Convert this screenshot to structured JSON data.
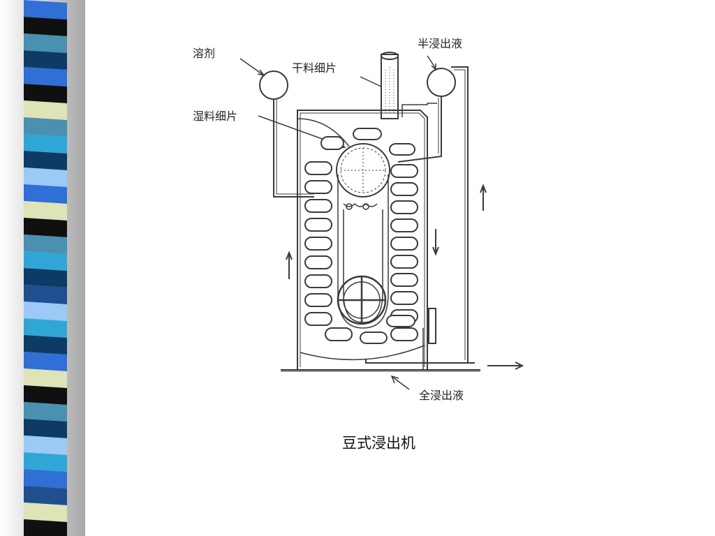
{
  "slide": {
    "caption": "豆式浸出机"
  },
  "diagram": {
    "labels": {
      "solvent": "溶剂",
      "dry_flakes": "干料细片",
      "half_miscella": "半浸出液",
      "wet_flakes": "湿料细片",
      "full_miscella": "全浸出液"
    }
  },
  "colors": {
    "stripe_palette": [
      "#0e3b66",
      "#2f6fd6",
      "#4a90b0",
      "#dfe3b8",
      "#101010",
      "#2fa6d6",
      "#9cc9f5",
      "#1f4f8f"
    ],
    "ink": "#3a3a3a",
    "background": "#ffffff"
  }
}
